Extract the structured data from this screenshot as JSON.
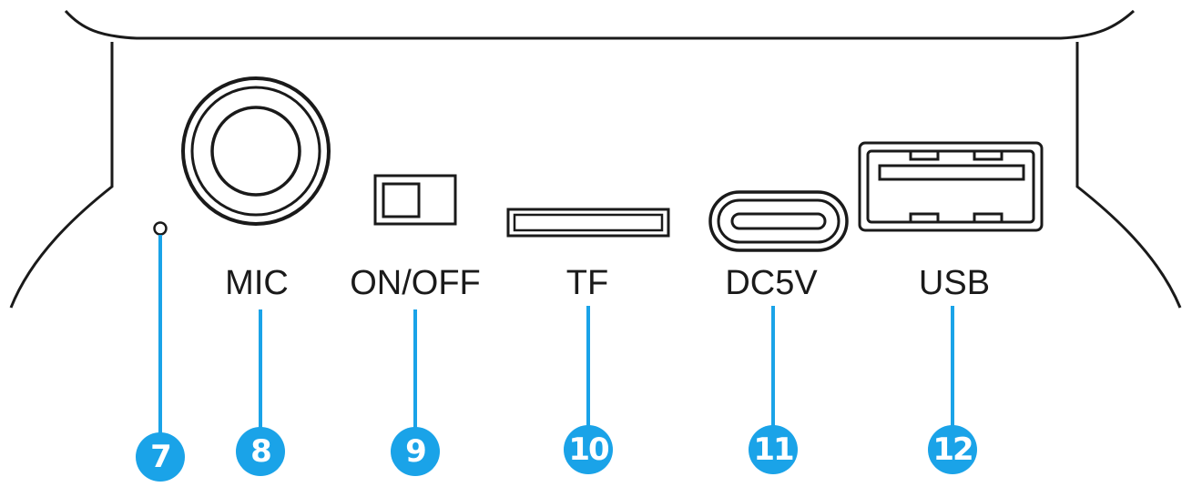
{
  "colors": {
    "outline": "#1a1a1a",
    "leader": "#1aa3e8",
    "badge": "#1aa3e8"
  },
  "callouts": [
    {
      "number": "7",
      "label": "",
      "icon": "indicator-led-icon"
    },
    {
      "number": "8",
      "label": "MIC",
      "icon": "microphone-jack-icon"
    },
    {
      "number": "9",
      "label": "ON/OFF",
      "icon": "power-switch-icon"
    },
    {
      "number": "10",
      "label": "TF",
      "icon": "tf-card-slot-icon"
    },
    {
      "number": "11",
      "label": "DC5V",
      "icon": "usb-c-port-icon"
    },
    {
      "number": "12",
      "label": "USB",
      "icon": "usb-a-port-icon"
    }
  ]
}
